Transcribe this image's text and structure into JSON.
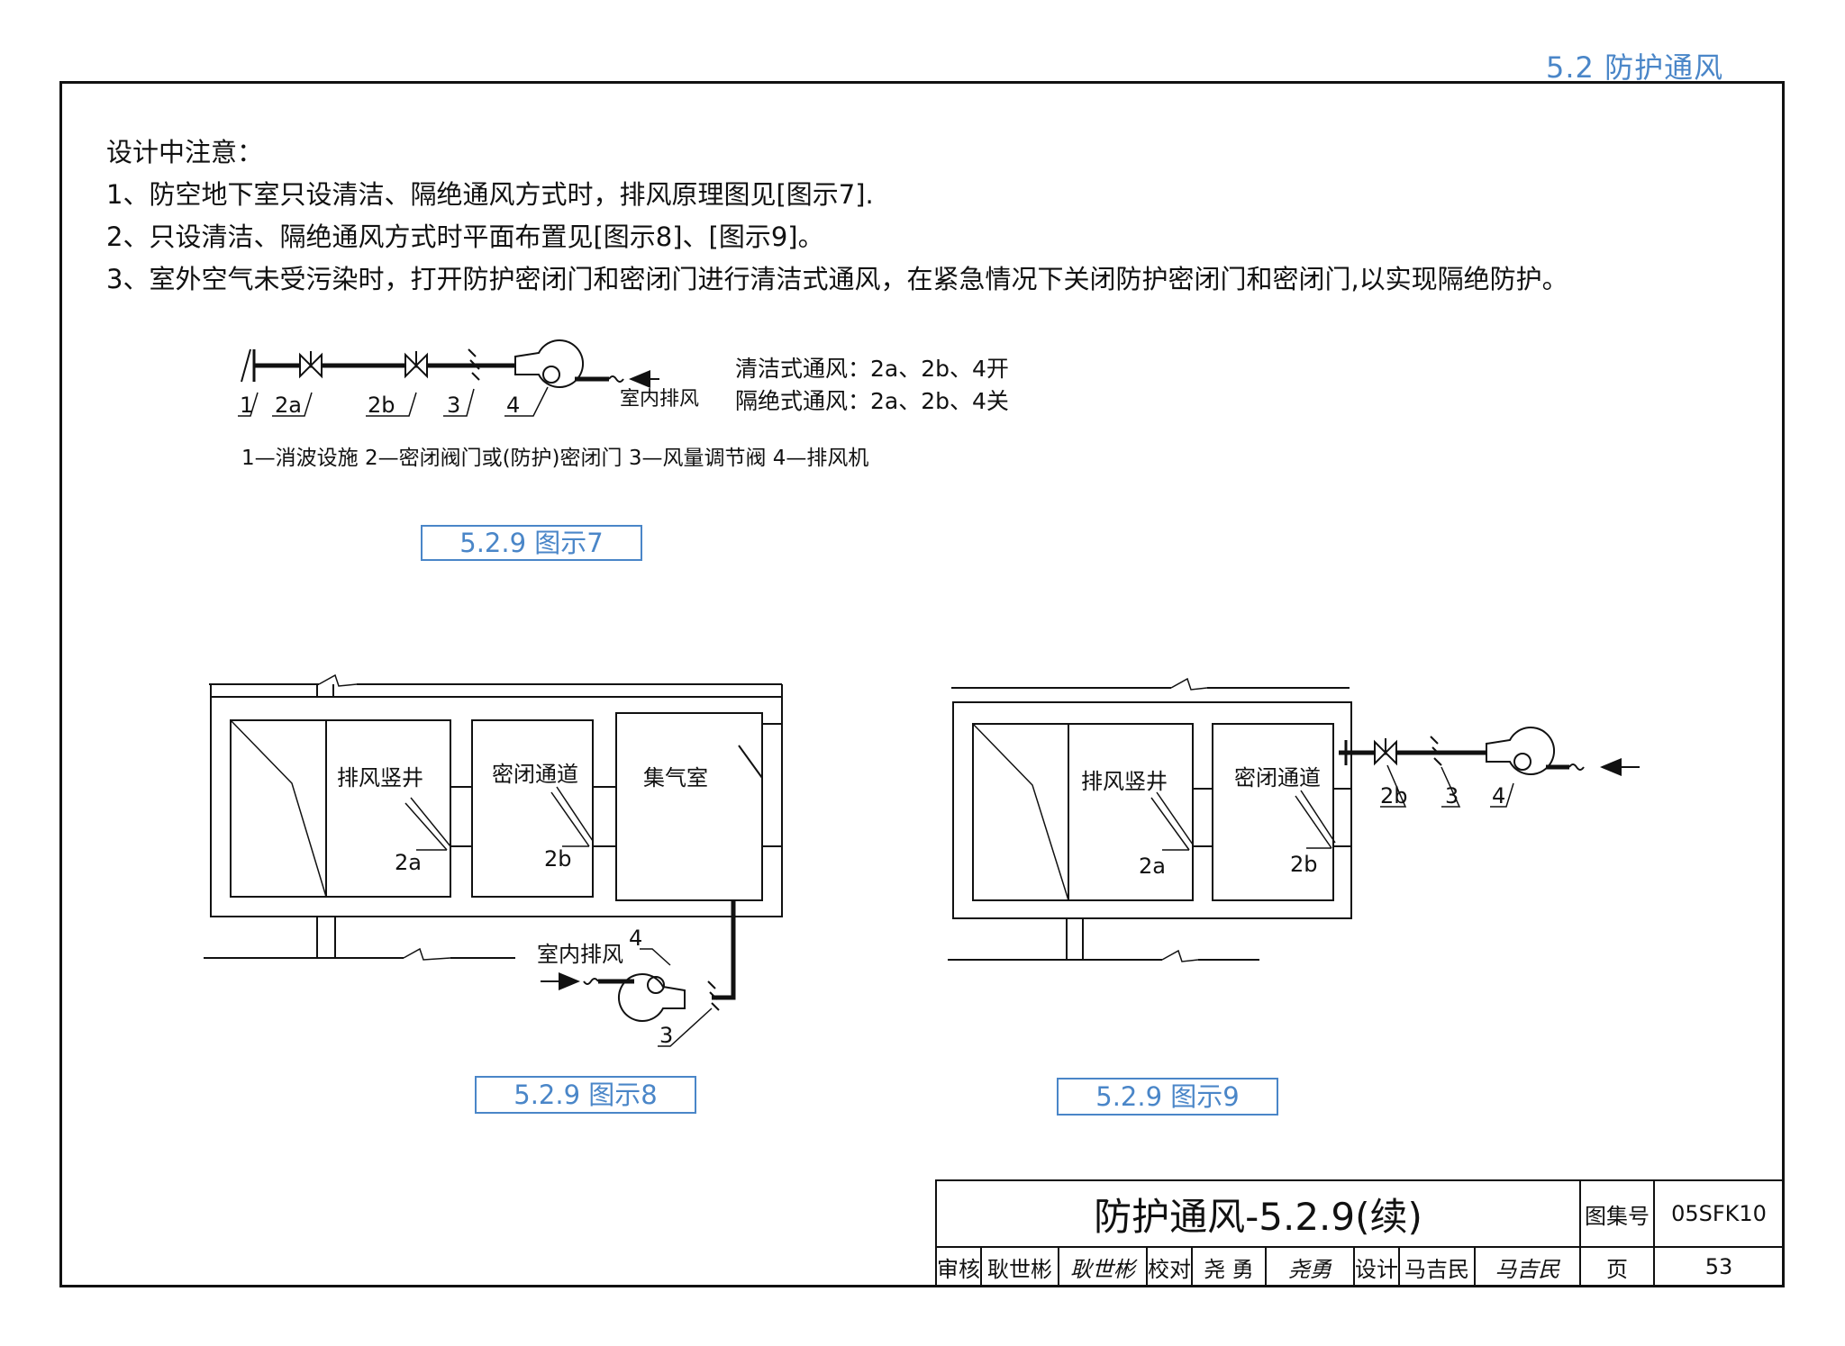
{
  "header": {
    "section": "5.2   防护通风"
  },
  "notes": {
    "heading": "设计中注意：",
    "item1": "1、防空地下室只设清洁、隔绝通风方式时，排风原理图见[图示7].",
    "item2": "2、只设清洁、隔绝通风方式时平面布置见[图示8]、[图示9]。",
    "item3": "3、室外空气未受污染时，打开防护密闭门和密闭门进行清洁式通风，在紧急情况下关闭防护密闭门和密闭门,以实现隔绝防护。"
  },
  "fig7": {
    "labels": {
      "n1": "1",
      "n2a": "2a",
      "n2b": "2b",
      "n3": "3",
      "n4": "4"
    },
    "indoor_exhaust": "室内排风",
    "clean_mode": "清洁式通风：2a、2b、4开",
    "isolated_mode": "隔绝式通风：2a、2b、4关",
    "legend": "1—消波设施   2—密闭阀门或(防护)密闭门   3—风量调节阀   4—排风机",
    "caption": "5.2.9 图示7"
  },
  "fig8": {
    "room_shaft": "排风竖井",
    "room_corridor": "密闭通道",
    "room_plenum": "集气室",
    "label_2a": "2a",
    "label_2b": "2b",
    "label_3": "3",
    "label_4": "4",
    "indoor_exhaust": "室内排风",
    "caption": "5.2.9 图示8"
  },
  "fig9": {
    "room_shaft": "排风竖井",
    "room_corridor": "密闭通道",
    "label_2a": "2a",
    "label_2b": "2b",
    "label_2b_pipe": "2b",
    "label_3": "3",
    "label_4": "4",
    "caption": "5.2.9 图示9"
  },
  "title_block": {
    "title": "防护通风-5.2.9(续)",
    "atlas_label": "图集号",
    "atlas_no": "05SFK10",
    "review_label": "审核",
    "reviewer": "耿世彬",
    "reviewer_sig": "耿世彬",
    "check_label": "校对",
    "checker": "尧  勇",
    "checker_sig": "尧勇",
    "design_label": "设计",
    "designer": "马吉民",
    "designer_sig": "马吉民",
    "page_label": "页",
    "page_no": "53"
  },
  "colors": {
    "caption_blue": "#4a86c8",
    "line": "#111111"
  }
}
